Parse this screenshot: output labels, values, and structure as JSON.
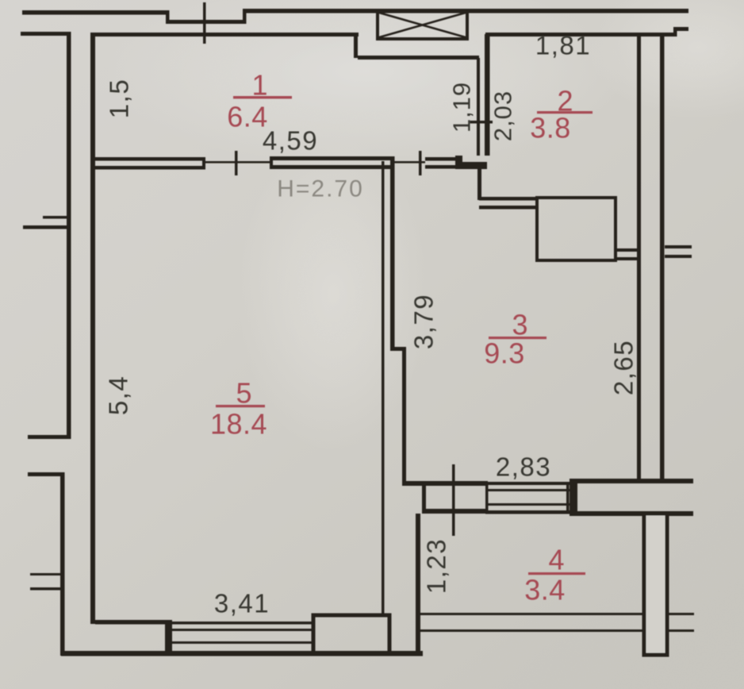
{
  "figure": {
    "type": "scanned apartment floor plan",
    "paper_color": "#d6d4ce",
    "ink_color": "#26241f",
    "room_label_color": "#a64952",
    "note_color": "#8b8881"
  },
  "rooms": [
    {
      "number": "1",
      "area": "6.4"
    },
    {
      "number": "2",
      "area": "3.8"
    },
    {
      "number": "3",
      "area": "9.3"
    },
    {
      "number": "4",
      "area": "3.4"
    },
    {
      "number": "5",
      "area": "18.4"
    }
  ],
  "dimensions": {
    "hall_depth": "1,5",
    "hall_width": "4,59",
    "wc_wall": "1,19",
    "bath_depth": "2,03",
    "bath_width": "1,81",
    "kitchen_depth": "3,79",
    "kitchen_right": "2,65",
    "living_depth": "5,4",
    "kitchen_width": "2,83",
    "balcony_depth": "1,23",
    "living_width": "3,41"
  },
  "height_note": "H=2.70"
}
